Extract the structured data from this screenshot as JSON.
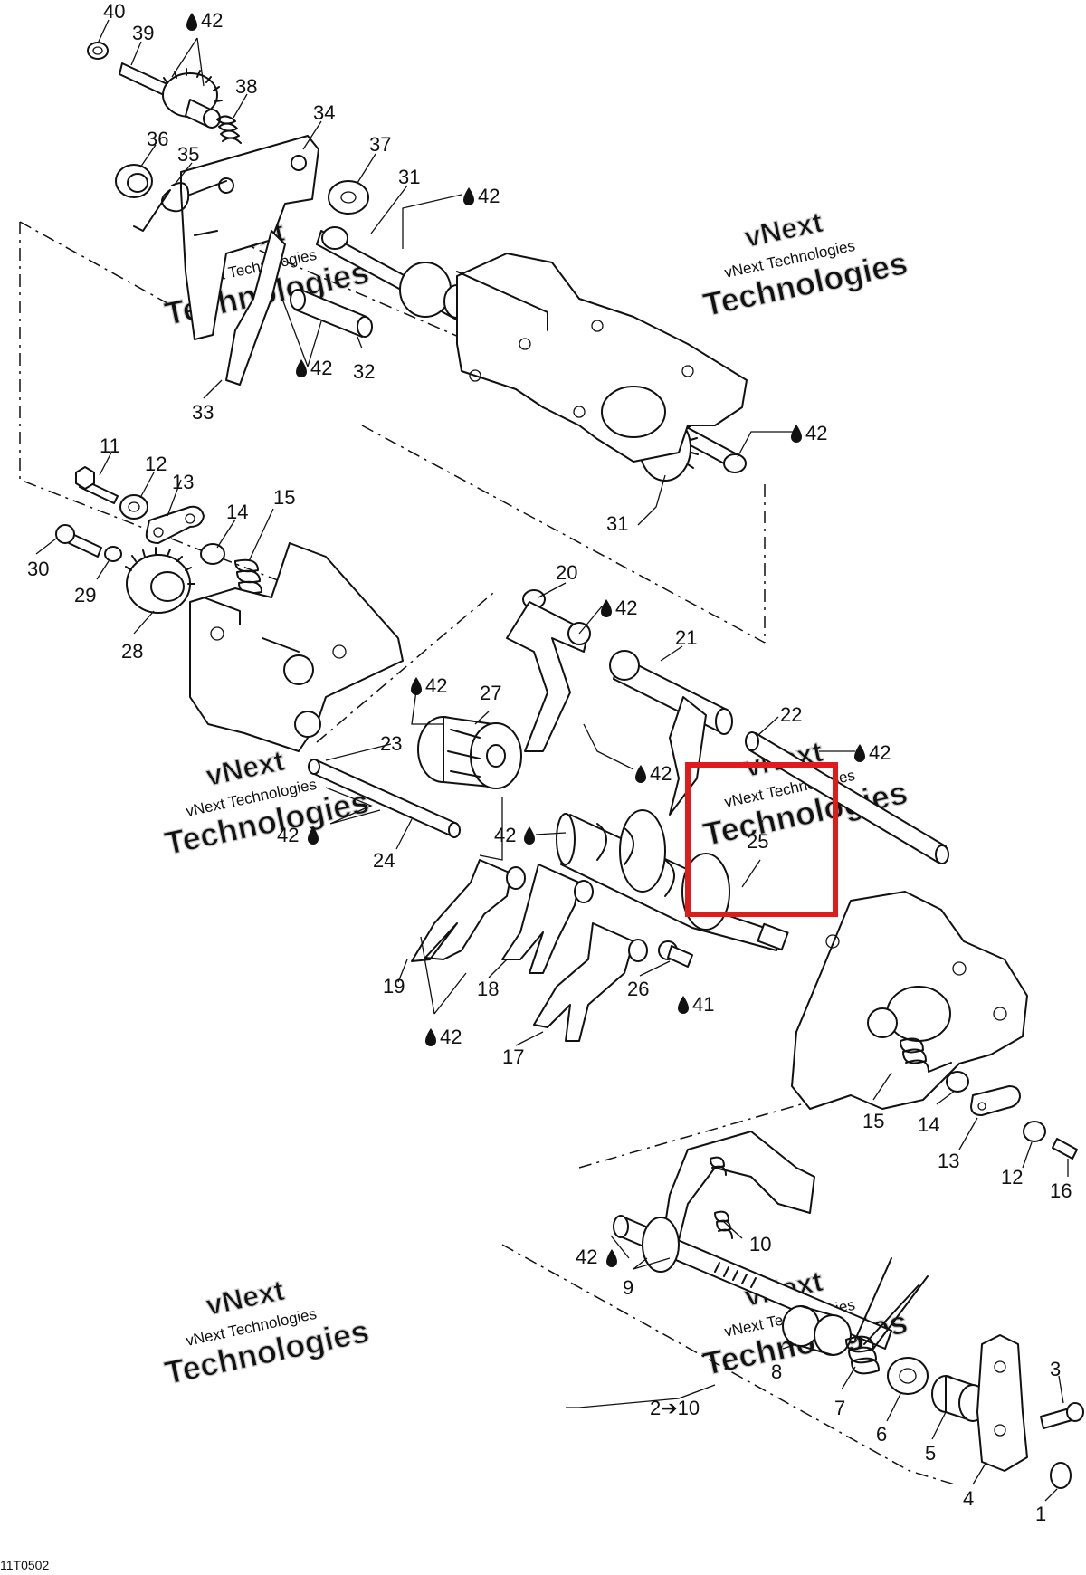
{
  "diagram": {
    "reference_code": "11T0502",
    "watermark": {
      "line1": "vNext",
      "line2": "vNext Technologies",
      "line3": "Technologies"
    },
    "lubricant_symbol": "drop-icon",
    "highlight_color": "#e01b1b",
    "highlighted_part": "25",
    "callouts": [
      {
        "id": "c40",
        "label": "40"
      },
      {
        "id": "c39",
        "label": "39"
      },
      {
        "id": "c42a",
        "label": "42"
      },
      {
        "id": "c38",
        "label": "38"
      },
      {
        "id": "c34",
        "label": "34"
      },
      {
        "id": "c36",
        "label": "36"
      },
      {
        "id": "c35",
        "label": "35"
      },
      {
        "id": "c37",
        "label": "37"
      },
      {
        "id": "c31a",
        "label": "31"
      },
      {
        "id": "c42b",
        "label": "42"
      },
      {
        "id": "c42c",
        "label": "42"
      },
      {
        "id": "c32",
        "label": "32"
      },
      {
        "id": "c33",
        "label": "33"
      },
      {
        "id": "c42d",
        "label": "42"
      },
      {
        "id": "c31b",
        "label": "31"
      },
      {
        "id": "c11a",
        "label": "11"
      },
      {
        "id": "c12a",
        "label": "12"
      },
      {
        "id": "c13a",
        "label": "13"
      },
      {
        "id": "c14a",
        "label": "14"
      },
      {
        "id": "c15a",
        "label": "15"
      },
      {
        "id": "c30",
        "label": "30"
      },
      {
        "id": "c29",
        "label": "29"
      },
      {
        "id": "c28",
        "label": "28"
      },
      {
        "id": "c20",
        "label": "20"
      },
      {
        "id": "c42e",
        "label": "42"
      },
      {
        "id": "c21",
        "label": "21"
      },
      {
        "id": "c42f",
        "label": "42"
      },
      {
        "id": "c27",
        "label": "27"
      },
      {
        "id": "c22",
        "label": "22"
      },
      {
        "id": "c42g",
        "label": "42"
      },
      {
        "id": "c42h",
        "label": "42"
      },
      {
        "id": "c23",
        "label": "23"
      },
      {
        "id": "c42i",
        "label": "42"
      },
      {
        "id": "c42j",
        "label": "42"
      },
      {
        "id": "c24",
        "label": "24"
      },
      {
        "id": "c25",
        "label": "25"
      },
      {
        "id": "c19",
        "label": "19"
      },
      {
        "id": "c18",
        "label": "18"
      },
      {
        "id": "c26",
        "label": "26"
      },
      {
        "id": "c41",
        "label": "41"
      },
      {
        "id": "c42k",
        "label": "42"
      },
      {
        "id": "c17",
        "label": "17"
      },
      {
        "id": "c15b",
        "label": "15"
      },
      {
        "id": "c14b",
        "label": "14"
      },
      {
        "id": "c13b",
        "label": "13"
      },
      {
        "id": "c12b",
        "label": "12"
      },
      {
        "id": "c16",
        "label": "16"
      },
      {
        "id": "c10a",
        "label": "10"
      },
      {
        "id": "c42l",
        "label": "42"
      },
      {
        "id": "c9",
        "label": "9"
      },
      {
        "id": "c8",
        "label": "8"
      },
      {
        "id": "c7",
        "label": "7"
      },
      {
        "id": "c6",
        "label": "6"
      },
      {
        "id": "c5",
        "label": "5"
      },
      {
        "id": "c3",
        "label": "3"
      },
      {
        "id": "c4",
        "label": "4"
      },
      {
        "id": "c1",
        "label": "1"
      },
      {
        "id": "c2to10",
        "label": "2➔10"
      }
    ]
  }
}
